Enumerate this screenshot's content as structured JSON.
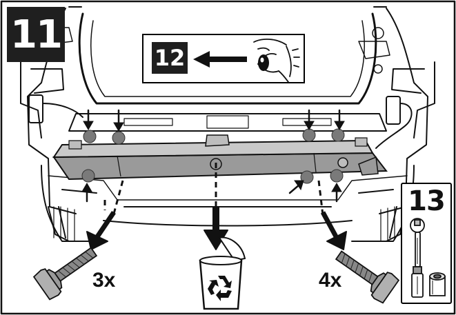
{
  "step": {
    "number": "11"
  },
  "reference": {
    "step_number": "12",
    "arrow_icon": "left-arrow-icon",
    "eye_icon": "eye-icon"
  },
  "tool_panel": {
    "step_number": "13",
    "tools": [
      "ratchet-wrench-icon",
      "extension-bar-icon",
      "socket-icon"
    ]
  },
  "quantities": {
    "left_bolts": "3x",
    "right_bolts": "4x"
  },
  "icons": {
    "bolt_left": "hex-bolt-icon",
    "bolt_right": "hex-bolt-icon",
    "bin": "recycle-bin-icon"
  },
  "colors": {
    "badge": "#1f1f1f",
    "bolt_highlight": "#7a7a7a",
    "bumper_beam": "#9a9a9a",
    "line": "#111111"
  }
}
